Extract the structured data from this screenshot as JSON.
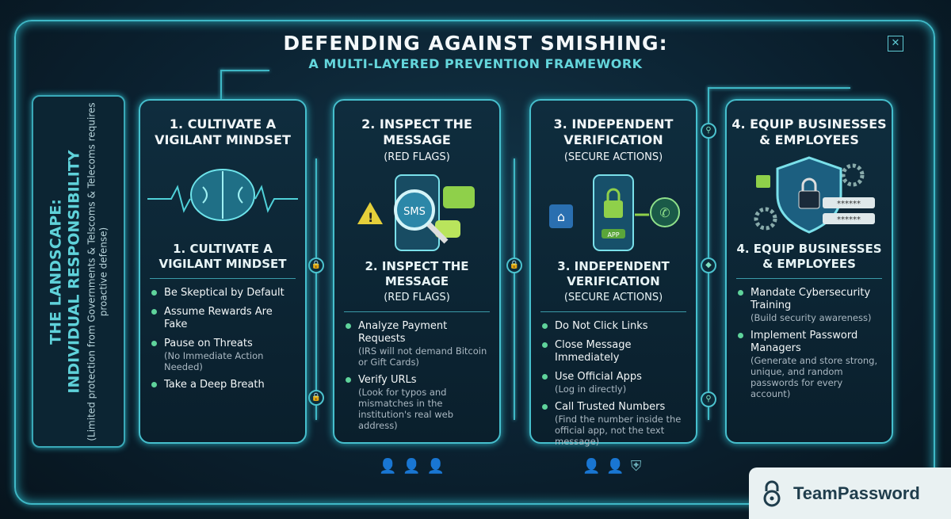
{
  "title": {
    "line1": "Defending Against Smishing:",
    "line2": "A MULTI-LAYERED PREVENTION FRAMEWORK"
  },
  "side": {
    "heading1": "THE LANDSCAPE:",
    "heading2": "INDIVIDUAL RESPONSIBILITY",
    "note": "(Limited protection from Governments & Telscoms & Telecoms requires proactive defense)"
  },
  "cards": [
    {
      "heading": "1. Cultivate a Vigilant Mindset",
      "sub": "",
      "heading2": "1. Cultivate a Vigilant Mindset",
      "sub2": "",
      "icon": "brain-icon",
      "items": [
        {
          "label": "Be Skeptical by Default",
          "note": ""
        },
        {
          "label": "Assume Rewards Are Fake",
          "note": ""
        },
        {
          "label": "Pause on Threats",
          "note": "(No Immediate Action Needed)"
        },
        {
          "label": "Take a Deep Breath",
          "note": ""
        }
      ]
    },
    {
      "heading": "2. Inspect the Message",
      "sub": "(Red Flags)",
      "heading2": "2. Inspect the Message",
      "sub2": "(Red Flags)",
      "icon": "sms-magnifier-icon",
      "sms": "SMS",
      "items": [
        {
          "label": "Analyze Payment Requests",
          "note": "(IRS will not demand Bitcoin or Gift Cards)"
        },
        {
          "label": "Verify URLs",
          "note": "(Look for typos and mismatches in the institution's real web address)"
        }
      ]
    },
    {
      "heading": "3. Independent Verification",
      "sub": "(Secure Actions)",
      "heading2": "3. Independent Verification",
      "sub2": "(Secure Actions)",
      "icon": "phone-lock-icon",
      "app": "APP",
      "items": [
        {
          "label": "Do Not Click Links",
          "note": ""
        },
        {
          "label": "Close Message Immediately",
          "note": ""
        },
        {
          "label": "Use Official Apps",
          "note": "(Log in directly)"
        },
        {
          "label": "Call Trusted Numbers",
          "note": "(Find the number inside the official app, not the text message)"
        }
      ]
    },
    {
      "heading": "4. Equip Businesses & Employees",
      "sub": "",
      "heading2": "4. Equip Businesses & Employees",
      "sub2": "",
      "icon": "shield-lock-icon",
      "pw": "******",
      "items": [
        {
          "label": "Mandate Cybersecurity Training",
          "note": "(Build security awareness)"
        },
        {
          "label": "Implement Password Managers",
          "note": "(Generate and store strong, unique, and random passwords for every account)"
        }
      ]
    }
  ],
  "brand": {
    "name": "TeamPassword"
  },
  "colors": {
    "accent": "#3fb8c6",
    "bullet": "#5fd39b",
    "background": "#0b2130"
  }
}
